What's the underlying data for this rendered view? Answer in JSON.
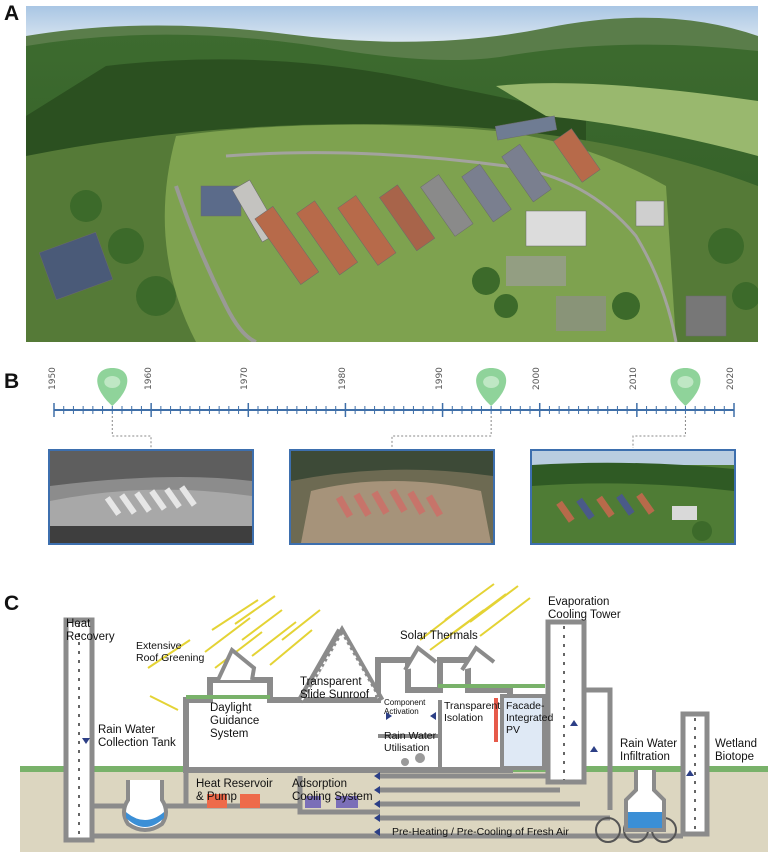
{
  "panels": {
    "a": "A",
    "b": "B",
    "c": "C"
  },
  "timeline": {
    "years": [
      "1950",
      "1960",
      "1970",
      "1980",
      "1990",
      "2000",
      "2010",
      "2020"
    ],
    "markers": [
      1956,
      1995,
      2015
    ],
    "marker_icon": "map-pin-icon",
    "marker_color": "#8fd39a",
    "line_color": "#3f6fa8"
  },
  "diagram": {
    "labels": {
      "heat_recovery": "Heat\nRecovery",
      "extensive_roof": "Extensive\nRoof Greening",
      "daylight": "Daylight\nGuidance\nSystem",
      "sunroof": "Transparent\nSlide Sunroof",
      "solar_thermals": "Solar Thermals",
      "component_activation": "Component\nActivation",
      "transparent_isolation": "Transparent\nIsolation",
      "facade_pv": "Facade-\nIntegrated\nPV",
      "evaporation": "Evaporation\nCooling Tower",
      "rain_tank": "Rain Water\nCollection Tank",
      "rain_util": "Rain Water\nUtilisation",
      "heat_reservoir": "Heat Reservoir\n& Pump",
      "adsorption": "Adsorption\nCooling System",
      "rain_infil": "Rain Water\nInfiltration",
      "wetland": "Wetland\nBiotope",
      "preheating": "Pre-Heating / Pre-Cooling of Fresh Air"
    }
  }
}
